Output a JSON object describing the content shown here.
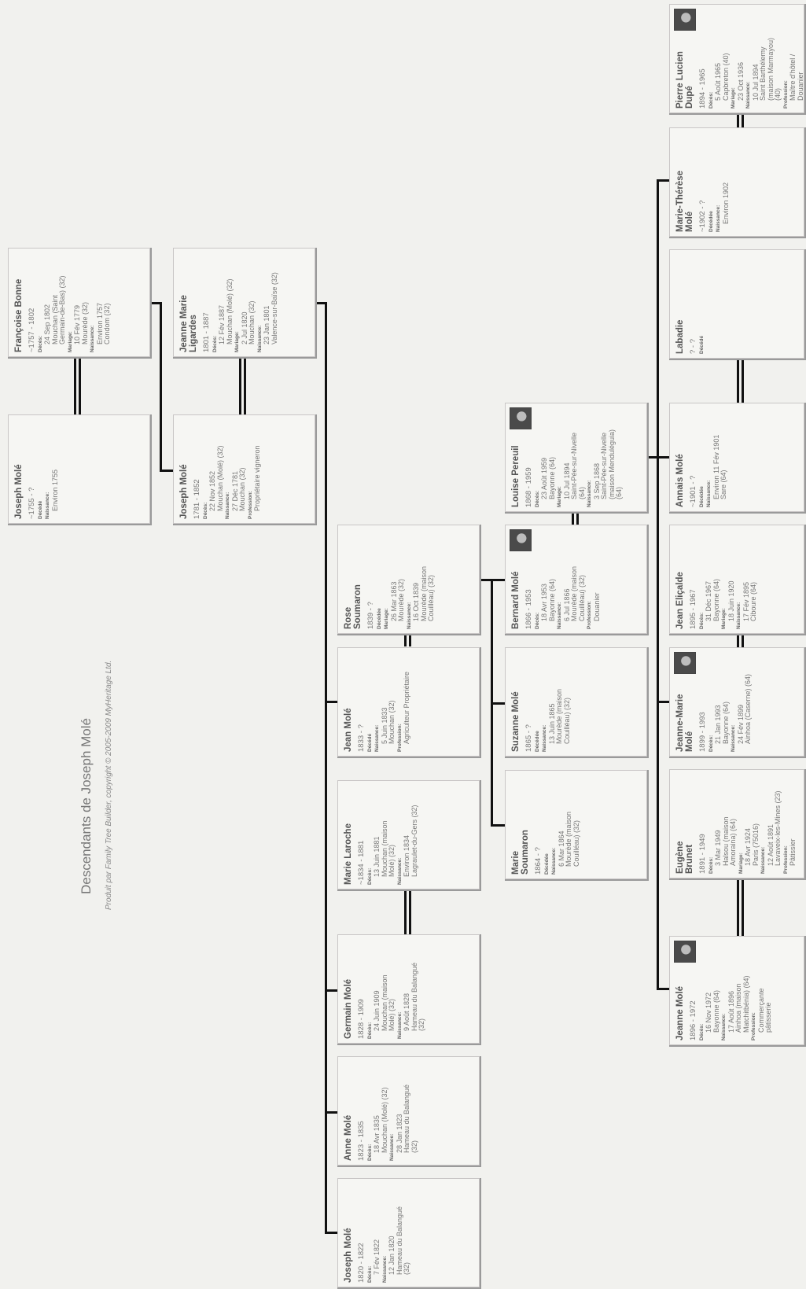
{
  "title": "Descendants de Joseph Molé",
  "credit": "Produit par Family Tree Builder, copyright © 2005-2009 MyHeritage Ltd.",
  "people": [
    {
      "id": "joseph-1755",
      "name": "Joseph Molé",
      "years": "~1755 - ?",
      "lines": [
        {
          "k": "l",
          "t": "Décédé"
        },
        {
          "k": "l",
          "t": "Naissance:"
        },
        {
          "k": "v",
          "t": "Environ 1755"
        }
      ]
    },
    {
      "id": "francoise-bonne",
      "name": "Françoise Bonne",
      "years": "~1757 - 1802",
      "lines": [
        {
          "k": "l",
          "t": "Décès:"
        },
        {
          "k": "v",
          "t": "24 Sep 1802"
        },
        {
          "k": "v",
          "t": "Mouchan (Saint"
        },
        {
          "k": "v",
          "t": "Germain-de-Bas) (32)"
        },
        {
          "k": "l",
          "t": "Mariage:"
        },
        {
          "k": "v",
          "t": "10 Fév 1779"
        },
        {
          "k": "v",
          "t": "Mourède (32)"
        },
        {
          "k": "l",
          "t": "Naissance:"
        },
        {
          "k": "v",
          "t": "Environ 1757"
        },
        {
          "k": "v",
          "t": "Condom (32)"
        }
      ]
    },
    {
      "id": "joseph-1781",
      "name": "Joseph Molé",
      "years": "1781 - 1852",
      "lines": [
        {
          "k": "l",
          "t": "Décès:"
        },
        {
          "k": "v",
          "t": "22 Nov 1852"
        },
        {
          "k": "v",
          "t": "Mouchan (Molé) (32)"
        },
        {
          "k": "l",
          "t": "Naissance:"
        },
        {
          "k": "v",
          "t": "27 Déc 1781"
        },
        {
          "k": "v",
          "t": "Mouchan (32)"
        },
        {
          "k": "l",
          "t": "Profession:"
        },
        {
          "k": "v",
          "t": "Propriétaire vigneron"
        }
      ]
    },
    {
      "id": "jeanne-marie-ligardes",
      "name": "Jeanne Marie Ligardes",
      "years": "1801 - 1887",
      "lines": [
        {
          "k": "l",
          "t": "Décès:"
        },
        {
          "k": "v",
          "t": "12 Fév 1887"
        },
        {
          "k": "v",
          "t": "Mouchan (Molé) (32)"
        },
        {
          "k": "l",
          "t": "Mariage:"
        },
        {
          "k": "v",
          "t": "2 Jul 1820"
        },
        {
          "k": "v",
          "t": "Mouchan (32)"
        },
        {
          "k": "l",
          "t": "Naissance:"
        },
        {
          "k": "v",
          "t": "23 Jan 1801"
        },
        {
          "k": "v",
          "t": "Valence-sur-Baïse (32)"
        }
      ]
    },
    {
      "id": "rose-soumaron",
      "name": "Rose Soumaron",
      "years": "1839 - ?",
      "lines": [
        {
          "k": "l",
          "t": "Décédée"
        },
        {
          "k": "l",
          "t": "Mariage:"
        },
        {
          "k": "v",
          "t": "26 Mar 1863"
        },
        {
          "k": "v",
          "t": "Mourède (32)"
        },
        {
          "k": "l",
          "t": "Naissance:"
        },
        {
          "k": "v",
          "t": "16 Oct 1839"
        },
        {
          "k": "v",
          "t": "Mourède (maison"
        },
        {
          "k": "v",
          "t": "Couilléau) (32)"
        }
      ]
    },
    {
      "id": "jean-mole",
      "name": "Jean Molé",
      "years": "1833 - ?",
      "lines": [
        {
          "k": "l",
          "t": "Décédé"
        },
        {
          "k": "l",
          "t": "Naissance:"
        },
        {
          "k": "v",
          "t": "5 Juin 1833"
        },
        {
          "k": "v",
          "t": "Mouchan (32)"
        },
        {
          "k": "l",
          "t": "Profession:"
        },
        {
          "k": "v",
          "t": "Agriculteur Propriétaire"
        }
      ]
    },
    {
      "id": "marie-laroche",
      "name": "Marie Laroche",
      "years": "~1834 - 1881",
      "lines": [
        {
          "k": "l",
          "t": "Décès:"
        },
        {
          "k": "v",
          "t": "13 Juin 1881"
        },
        {
          "k": "v",
          "t": "Mouchan (maison"
        },
        {
          "k": "v",
          "t": "Molé) (32)"
        },
        {
          "k": "l",
          "t": "Naissance:"
        },
        {
          "k": "v",
          "t": "Environ 1834"
        },
        {
          "k": "v",
          "t": "Lagraulet-du-Gers (32)"
        }
      ]
    },
    {
      "id": "germain-mole",
      "name": "Germain Molé",
      "years": "1828 - 1909",
      "lines": [
        {
          "k": "l",
          "t": "Décès:"
        },
        {
          "k": "v",
          "t": "24 Juin 1909"
        },
        {
          "k": "v",
          "t": "Mouchan (maison"
        },
        {
          "k": "v",
          "t": "Molé) (32)"
        },
        {
          "k": "l",
          "t": "Naissance:"
        },
        {
          "k": "v",
          "t": "9 Août 1828"
        },
        {
          "k": "v",
          "t": "Hameau du Balangué"
        },
        {
          "k": "v",
          "t": "(32)"
        }
      ]
    },
    {
      "id": "anne-mole",
      "name": "Anne Molé",
      "years": "1823 - 1835",
      "lines": [
        {
          "k": "l",
          "t": "Décès:"
        },
        {
          "k": "v",
          "t": "18 Avr 1835"
        },
        {
          "k": "v",
          "t": "Mouchan (Molé) (32)"
        },
        {
          "k": "l",
          "t": "Naissance:"
        },
        {
          "k": "v",
          "t": "28 Jan 1823"
        },
        {
          "k": "v",
          "t": "Hameau du Balangué"
        },
        {
          "k": "v",
          "t": "(32)"
        }
      ]
    },
    {
      "id": "joseph-1820",
      "name": "Joseph Molé",
      "years": "1820 - 1822",
      "lines": [
        {
          "k": "l",
          "t": "Décès:"
        },
        {
          "k": "v",
          "t": "7 Fév 1822"
        },
        {
          "k": "l",
          "t": "Naissance:"
        },
        {
          "k": "v",
          "t": "12 Jan 1820"
        },
        {
          "k": "v",
          "t": "Hameau du Balangué"
        },
        {
          "k": "v",
          "t": "(32)"
        }
      ]
    },
    {
      "id": "louise-pereuil",
      "name": "Louise Pereuil",
      "years": "1868 - 1959",
      "lines": [
        {
          "k": "l",
          "t": "Décès:"
        },
        {
          "k": "v",
          "t": "23 Août 1959"
        },
        {
          "k": "v",
          "t": "Bayonne (64)"
        },
        {
          "k": "l",
          "t": "Mariage:"
        },
        {
          "k": "v",
          "t": "10 Jul 1894"
        },
        {
          "k": "v",
          "t": "Saint-Pée-sur-Nivelle"
        },
        {
          "k": "v",
          "t": "(64)"
        },
        {
          "k": "l",
          "t": "Naissance:"
        },
        {
          "k": "v",
          "t": "3 Sep 1868"
        },
        {
          "k": "v",
          "t": "Saint-Pée-sur-Nivelle"
        },
        {
          "k": "v",
          "t": "(maison Menduléguia)"
        },
        {
          "k": "v",
          "t": "(64)"
        }
      ]
    },
    {
      "id": "bernard-mole",
      "name": "Bernard Molé",
      "years": "1866 - 1953",
      "lines": [
        {
          "k": "l",
          "t": "Décès:"
        },
        {
          "k": "v",
          "t": "18 Avr 1953"
        },
        {
          "k": "v",
          "t": "Bayonne (64)"
        },
        {
          "k": "l",
          "t": "Naissance:"
        },
        {
          "k": "v",
          "t": "6 Jul 1866"
        },
        {
          "k": "v",
          "t": "Mourède (maison"
        },
        {
          "k": "v",
          "t": "Couilléau) (32)"
        },
        {
          "k": "l",
          "t": "Profession:"
        },
        {
          "k": "v",
          "t": "Douanier"
        }
      ]
    },
    {
      "id": "suzanne-mole",
      "name": "Suzanne Molé",
      "years": "1865 - ?",
      "lines": [
        {
          "k": "l",
          "t": "Décédée"
        },
        {
          "k": "l",
          "t": "Naissance:"
        },
        {
          "k": "v",
          "t": "13 Juin 1865"
        },
        {
          "k": "v",
          "t": "Mourède (maison"
        },
        {
          "k": "v",
          "t": "Couilléau) (32)"
        }
      ]
    },
    {
      "id": "marie-soumaron",
      "name": "Marie Soumaron",
      "years": "1864 - ?",
      "lines": [
        {
          "k": "l",
          "t": "Décédée"
        },
        {
          "k": "l",
          "t": "Naissance:"
        },
        {
          "k": "v",
          "t": "6 Mar 1864"
        },
        {
          "k": "v",
          "t": "Mourède (maison"
        },
        {
          "k": "v",
          "t": "Couilléau) (32)"
        }
      ]
    },
    {
      "id": "pierre-lucien-dupe",
      "name": "Pierre Lucien Dupé",
      "years": "1894 - 1965",
      "lines": [
        {
          "k": "l",
          "t": "Décès:"
        },
        {
          "k": "v",
          "t": "5 Août 1965"
        },
        {
          "k": "v",
          "t": "Capbreton (40)"
        },
        {
          "k": "l",
          "t": "Mariage:"
        },
        {
          "k": "v",
          "t": "23 Oct 1936"
        },
        {
          "k": "l",
          "t": "Naissance:"
        },
        {
          "k": "v",
          "t": "10 Jul 1894"
        },
        {
          "k": "v",
          "t": "Saint Barthélemy"
        },
        {
          "k": "v",
          "t": "(maison Marmayou)"
        },
        {
          "k": "v",
          "t": "(40)"
        },
        {
          "k": "l",
          "t": "Profession:"
        },
        {
          "k": "v",
          "t": "Maître d'hôtel /"
        },
        {
          "k": "v",
          "t": "Douanier"
        }
      ]
    },
    {
      "id": "marie-therese-mole",
      "name": "Marie-Thérèse Molé",
      "years": "~1902 - ?",
      "lines": [
        {
          "k": "l",
          "t": "Décédée"
        },
        {
          "k": "l",
          "t": "Naissance:"
        },
        {
          "k": "v",
          "t": "Environ 1902"
        }
      ]
    },
    {
      "id": "labadie",
      "name": "Labadie",
      "years": "? - ?",
      "lines": [
        {
          "k": "l",
          "t": "Décédé"
        }
      ]
    },
    {
      "id": "annais-mole",
      "name": "Annais Molé",
      "years": "~1901 - ?",
      "lines": [
        {
          "k": "l",
          "t": "Décédée"
        },
        {
          "k": "l",
          "t": "Naissance:"
        },
        {
          "k": "v",
          "t": "Environ 11 Fév 1901"
        },
        {
          "k": "v",
          "t": "Sare (64)"
        }
      ]
    },
    {
      "id": "jean-elicalde",
      "name": "Jean Eliçalde",
      "years": "1895 - 1967",
      "lines": [
        {
          "k": "l",
          "t": "Décès:"
        },
        {
          "k": "v",
          "t": "31 Déc 1967"
        },
        {
          "k": "v",
          "t": "Bayonne (64)"
        },
        {
          "k": "l",
          "t": "Mariage:"
        },
        {
          "k": "v",
          "t": "18 Juin 1920"
        },
        {
          "k": "l",
          "t": "Naissance:"
        },
        {
          "k": "v",
          "t": "17 Fév 1895"
        },
        {
          "k": "v",
          "t": "Ciboure (64)"
        }
      ]
    },
    {
      "id": "jeanne-marie-mole",
      "name": "Jeanne-Marie Molé",
      "years": "1899 - 1993",
      "lines": [
        {
          "k": "l",
          "t": "Décès:"
        },
        {
          "k": "v",
          "t": "21 Jan 1993"
        },
        {
          "k": "v",
          "t": "Bayonne (64)"
        },
        {
          "k": "l",
          "t": "Naissance:"
        },
        {
          "k": "v",
          "t": "24 Fév 1899"
        },
        {
          "k": "v",
          "t": "Ainhoa (Caserne) (64)"
        }
      ]
    },
    {
      "id": "eugene-brunet",
      "name": "Eugène Brunet",
      "years": "1891 - 1949",
      "lines": [
        {
          "k": "l",
          "t": "Décès:"
        },
        {
          "k": "v",
          "t": "3 Mar 1949"
        },
        {
          "k": "v",
          "t": "Halsou (maison"
        },
        {
          "k": "v",
          "t": "Amoraina) (64)"
        },
        {
          "k": "l",
          "t": "Mariage:"
        },
        {
          "k": "v",
          "t": "18 Avr 1924"
        },
        {
          "k": "v",
          "t": "Paris (75016)"
        },
        {
          "k": "l",
          "t": "Naissance:"
        },
        {
          "k": "v",
          "t": "12 Août 1891"
        },
        {
          "k": "v",
          "t": "Lavaveix-les-Mines (23)"
        },
        {
          "k": "l",
          "t": "Profession:"
        },
        {
          "k": "v",
          "t": "Pâtissier"
        }
      ]
    },
    {
      "id": "jeanne-mole",
      "name": "Jeanne Molé",
      "years": "1896 - 1972",
      "lines": [
        {
          "k": "l",
          "t": "Décès:"
        },
        {
          "k": "v",
          "t": "16 Nov 1972"
        },
        {
          "k": "v",
          "t": "Bayonne (64)"
        },
        {
          "k": "l",
          "t": "Naissance:"
        },
        {
          "k": "v",
          "t": "17 Août 1896"
        },
        {
          "k": "v",
          "t": "Ainhoa (maison"
        },
        {
          "k": "v",
          "t": "Matchitbénia) (64)"
        },
        {
          "k": "l",
          "t": "Profession:"
        },
        {
          "k": "v",
          "t": "Commerçante"
        },
        {
          "k": "v",
          "t": "pâtisserie"
        }
      ]
    }
  ]
}
